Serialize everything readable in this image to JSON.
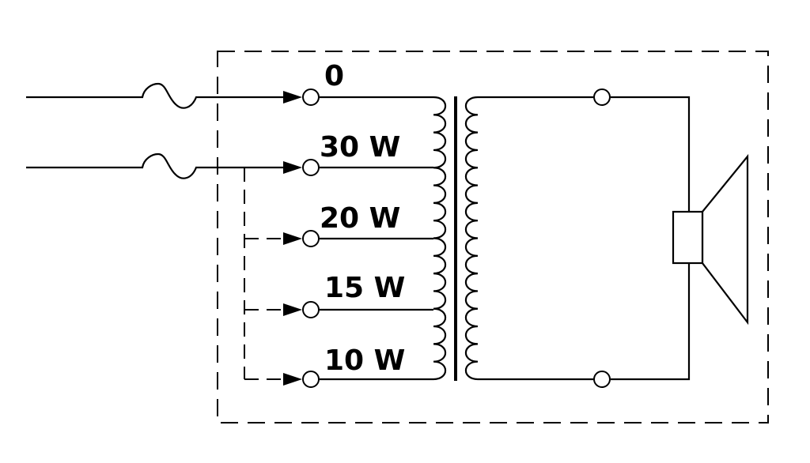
{
  "taps": [
    {
      "label": "0"
    },
    {
      "label": "30 W"
    },
    {
      "label": "20 W"
    },
    {
      "label": "15 W"
    },
    {
      "label": "10 W"
    }
  ]
}
